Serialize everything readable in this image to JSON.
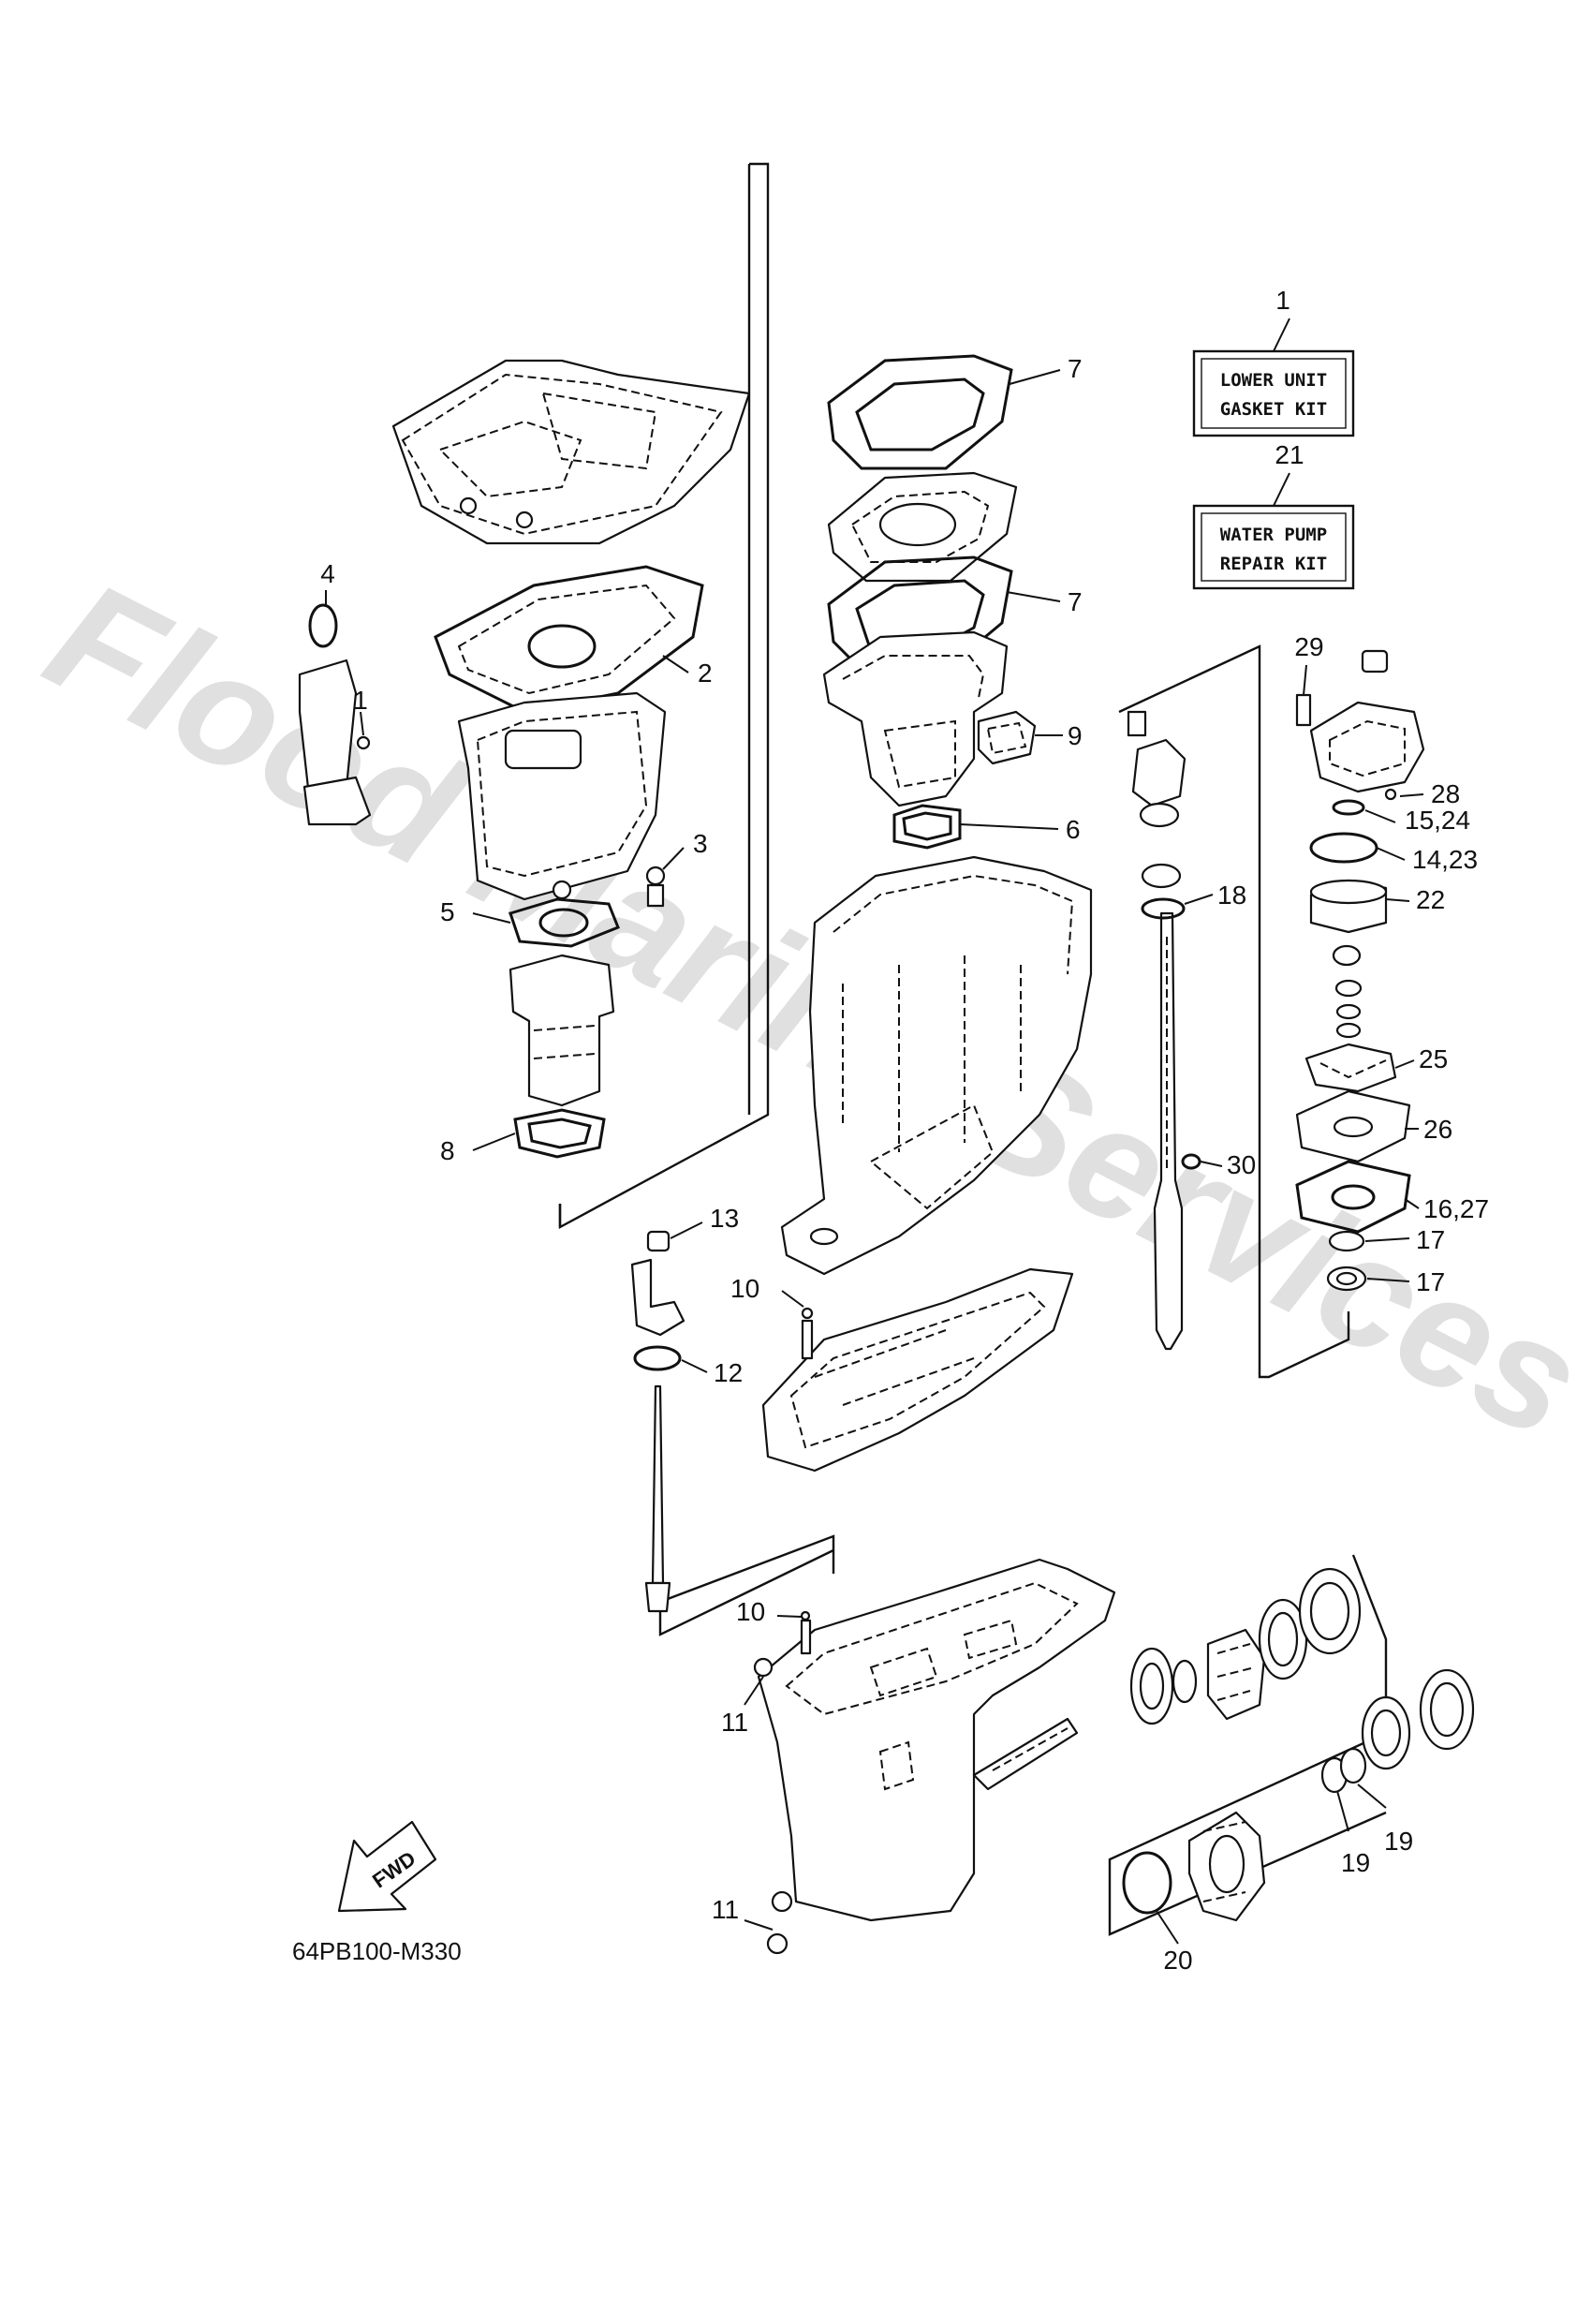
{
  "kits": [
    {
      "number": "1",
      "line1": "LOWER UNIT",
      "line2": "GASKET KIT"
    },
    {
      "number": "21",
      "line1": "WATER PUMP",
      "line2": "REPAIR KIT"
    }
  ],
  "callouts": [
    {
      "id": "c4",
      "label": "4"
    },
    {
      "id": "c1",
      "label": "1"
    },
    {
      "id": "c2",
      "label": "2"
    },
    {
      "id": "c3",
      "label": "3"
    },
    {
      "id": "c5",
      "label": "5"
    },
    {
      "id": "c8",
      "label": "8"
    },
    {
      "id": "c7a",
      "label": "7"
    },
    {
      "id": "c7b",
      "label": "7"
    },
    {
      "id": "c9",
      "label": "9"
    },
    {
      "id": "c6",
      "label": "6"
    },
    {
      "id": "c18",
      "label": "18"
    },
    {
      "id": "c30",
      "label": "30"
    },
    {
      "id": "c13",
      "label": "13"
    },
    {
      "id": "c10a",
      "label": "10"
    },
    {
      "id": "c12",
      "label": "12"
    },
    {
      "id": "c10b",
      "label": "10"
    },
    {
      "id": "c11a",
      "label": "11"
    },
    {
      "id": "c11b",
      "label": "11"
    },
    {
      "id": "c29",
      "label": "29"
    },
    {
      "id": "c28",
      "label": "28"
    },
    {
      "id": "c15_24",
      "label": "15,24"
    },
    {
      "id": "c14_23",
      "label": "14,23"
    },
    {
      "id": "c22",
      "label": "22"
    },
    {
      "id": "c25",
      "label": "25"
    },
    {
      "id": "c26",
      "label": "26"
    },
    {
      "id": "c16_27",
      "label": "16,27"
    },
    {
      "id": "c17a",
      "label": "17"
    },
    {
      "id": "c17b",
      "label": "17"
    },
    {
      "id": "c19a",
      "label": "19"
    },
    {
      "id": "c19b",
      "label": "19"
    },
    {
      "id": "c20",
      "label": "20"
    }
  ],
  "fwd_label": "FWD",
  "reference_code": "64PB100-M330",
  "watermark": "Flood Marine Services"
}
